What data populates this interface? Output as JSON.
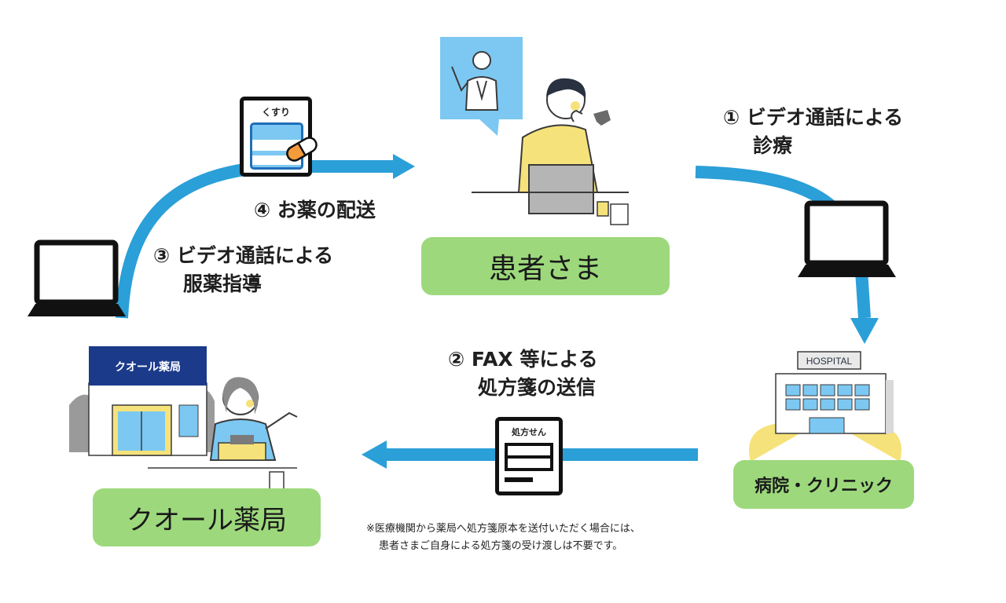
{
  "nodes": {
    "patient": "患者さま",
    "hospital": "病院・クリニック",
    "pharmacy": "クオール薬局"
  },
  "steps": {
    "step1": {
      "line1": "① ビデオ通話による",
      "line2": "診療"
    },
    "step2": {
      "line1": "② FAX 等による",
      "line2": "処方箋の送信"
    },
    "step3": {
      "line1": "③ ビデオ通話による",
      "line2": "服薬指導"
    },
    "step4": {
      "line1": "④ お薬の配送"
    }
  },
  "labels": {
    "medicine_card": "くすり",
    "prescription_card": "処方せん",
    "hospital_sign": "HOSPITAL",
    "pharmacy_sign": "クオール薬局"
  },
  "note": {
    "line1": "※医療機関から薬局へ処方箋原本を送付いただく場合には、",
    "line2": "患者さまご自身による処方箋の受け渡しは不要です。"
  },
  "colors": {
    "arrow": "#2b9fd8",
    "pill": "#9dd97c",
    "accent_yellow": "#f6e27a",
    "dark": "#1f1f1f",
    "sky": "#7cc8f2"
  }
}
